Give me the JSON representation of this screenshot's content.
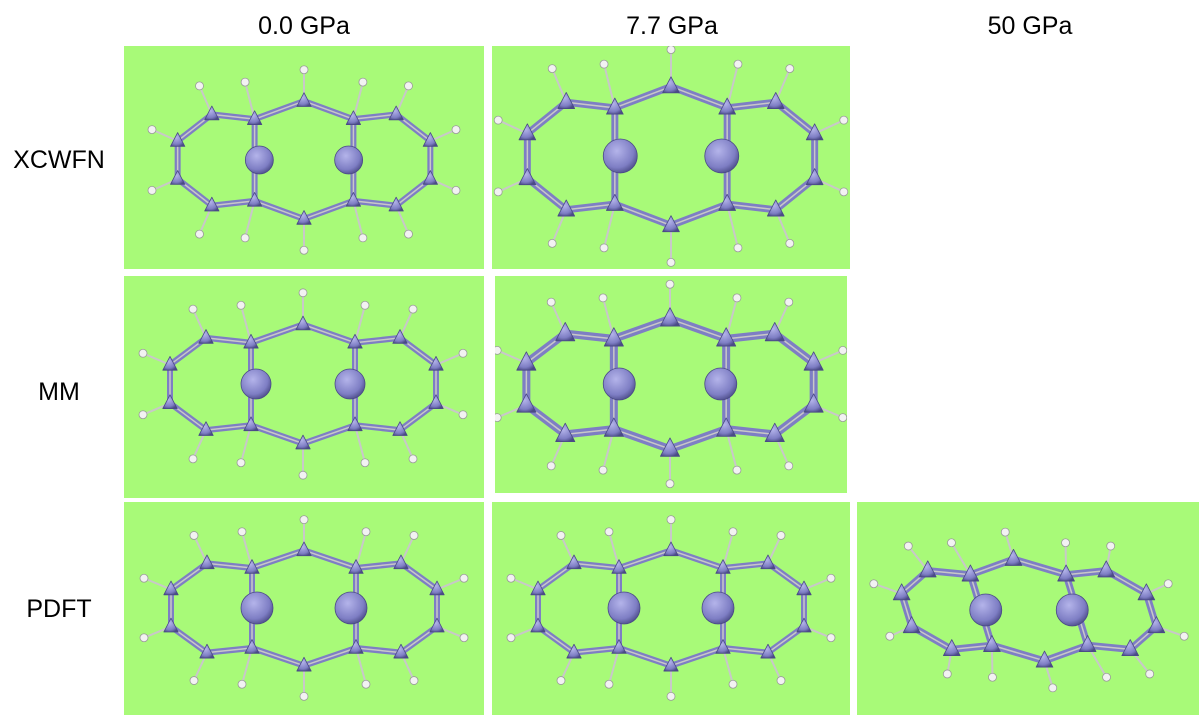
{
  "columns": [
    "0.0 GPa",
    "7.7 GPa",
    "50 GPa"
  ],
  "rows": [
    "XCWFN",
    "MM",
    "PDFT"
  ],
  "colors": {
    "panel_background": "#a8fa78",
    "density_lobe": "#7e7ec4",
    "density_edge": "#4a4a86",
    "bond": "#c8c8c8",
    "hydrogen": "#f2f2f2"
  },
  "panels": [
    {
      "row": "XCWFN",
      "column": "0.0 GPa",
      "shown": true
    },
    {
      "row": "XCWFN",
      "column": "7.7 GPa",
      "shown": true
    },
    {
      "row": "XCWFN",
      "column": "50 GPa",
      "shown": false
    },
    {
      "row": "MM",
      "column": "0.0 GPa",
      "shown": true
    },
    {
      "row": "MM",
      "column": "7.7 GPa",
      "shown": true
    },
    {
      "row": "MM",
      "column": "50 GPa",
      "shown": false
    },
    {
      "row": "PDFT",
      "column": "0.0 GPa",
      "shown": true
    },
    {
      "row": "PDFT",
      "column": "7.7 GPa",
      "shown": true
    },
    {
      "row": "PDFT",
      "column": "50 GPa",
      "shown": true
    }
  ]
}
